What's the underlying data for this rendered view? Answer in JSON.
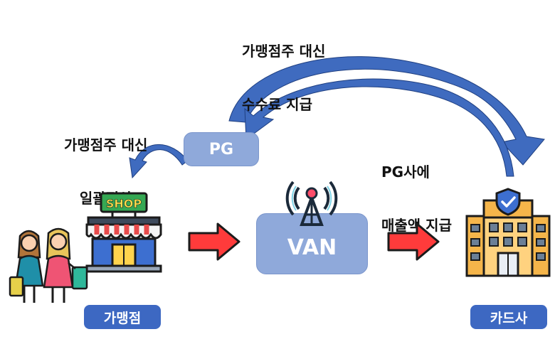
{
  "labels": {
    "top_note_line1": "가맹점주 대신",
    "top_note_line2": "수수료 지급",
    "left_note_line1": "가맹점주 대신",
    "left_note_line2": "일괄정산",
    "right_note_line1": "PG사에",
    "right_note_line2": "매출액 지급",
    "pg": "PG",
    "van": "VAN",
    "merchant": "가맹점",
    "card_company": "카드사",
    "shop_sign": "SHOP"
  },
  "colors": {
    "arrow_blue": "#3f6bbf",
    "arrow_red": "#ff3b3b",
    "box_light": "#8fa9da",
    "tag_blue": "#3d68c2"
  },
  "icons": [
    "shop-icon",
    "shoppers-icon",
    "antenna-icon",
    "bank-building-icon",
    "shield-icon"
  ]
}
